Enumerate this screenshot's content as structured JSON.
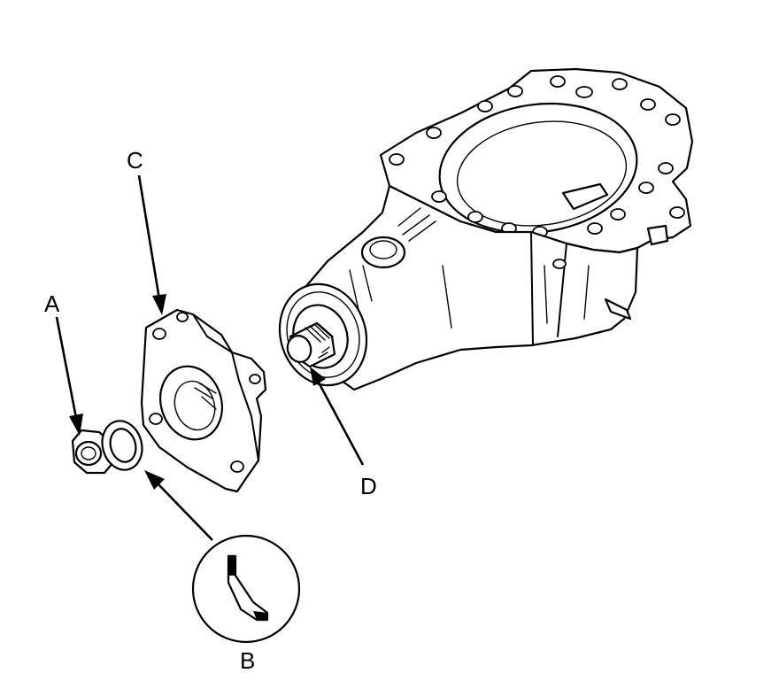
{
  "callouts": [
    {
      "id": "A",
      "label": "A"
    },
    {
      "id": "B",
      "label": "B"
    },
    {
      "id": "C",
      "label": "C"
    },
    {
      "id": "D",
      "label": "D"
    }
  ]
}
